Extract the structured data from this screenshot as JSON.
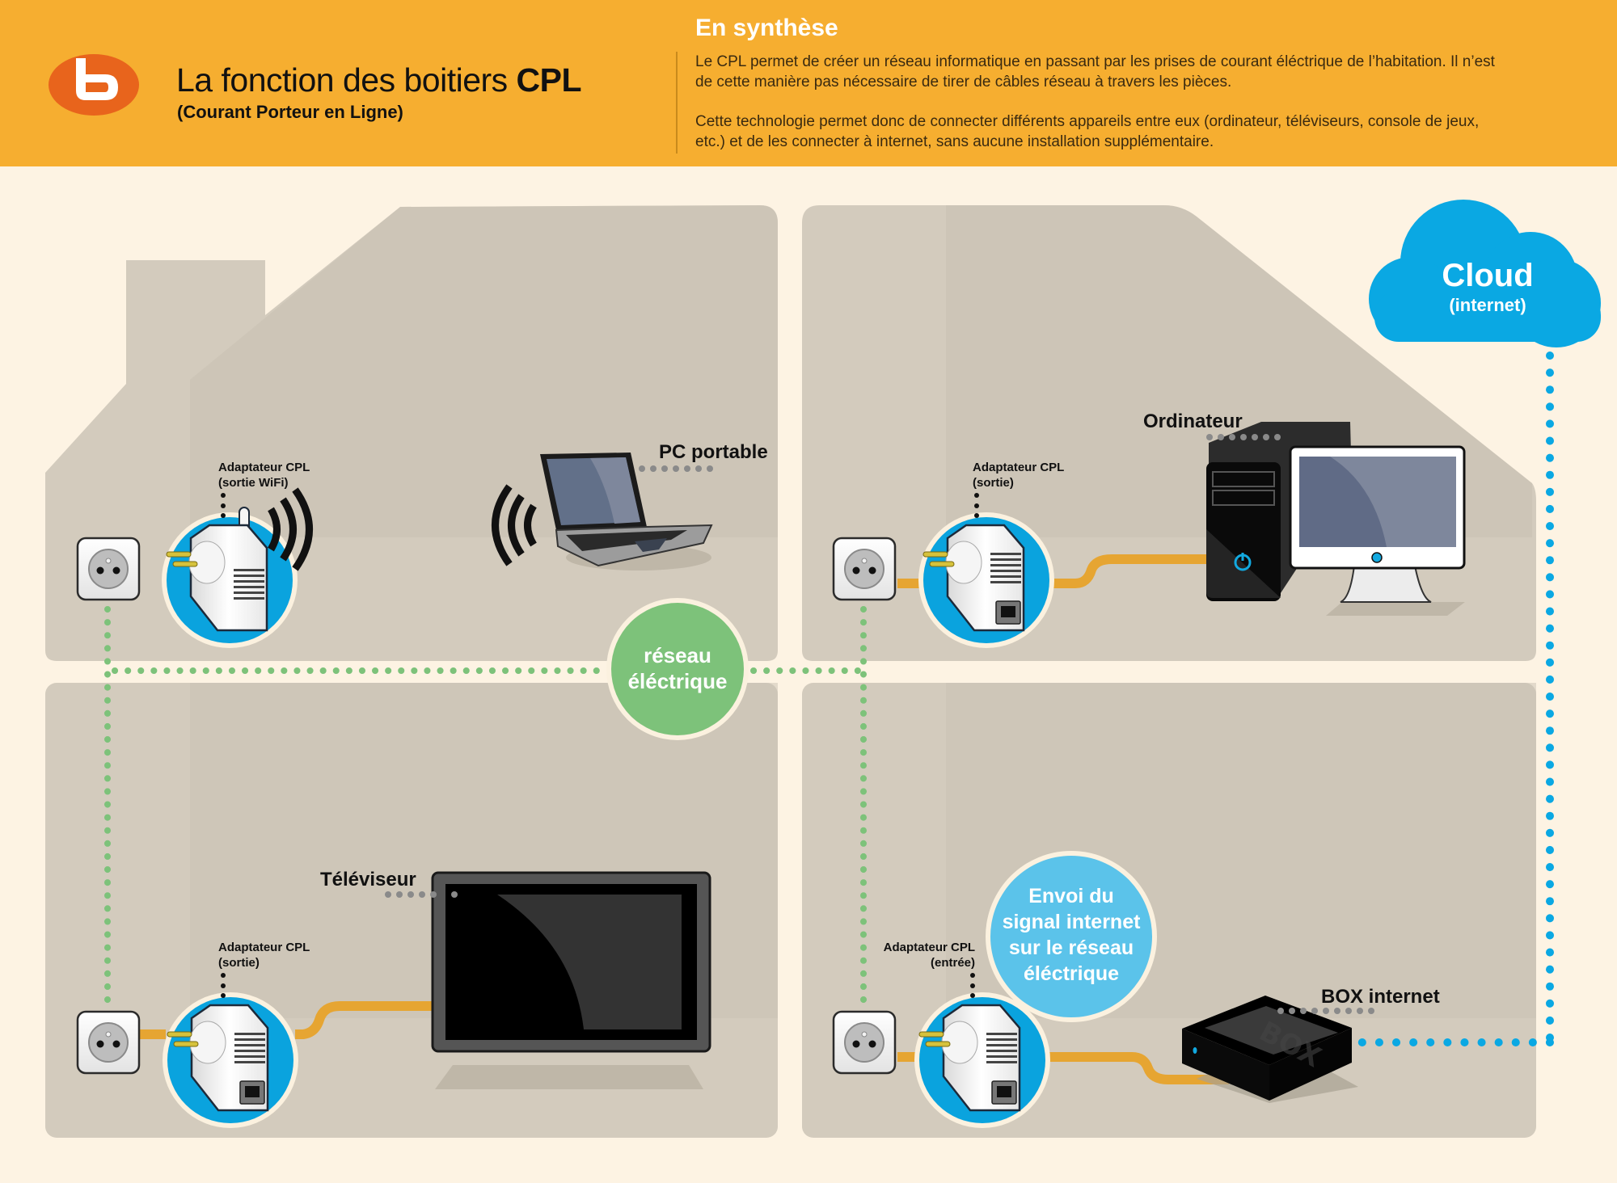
{
  "header": {
    "title_regular": "La fonction des boitiers ",
    "title_bold": "CPL",
    "subtitle": "(Courant Porteur en Ligne)",
    "brand_logo": "b-logo",
    "summary_title": "En synthèse",
    "summary_paragraphs": [
      "Le CPL permet de créer un réseau informatique en passant par les prises de courant éléctrique de l’habitation. Il n’est de cette manière pas nécessaire de tirer de câbles réseau à travers les pièces.",
      "Cette technologie permet donc de connecter différents appareils entre eux (ordinateur, téléviseurs, console de jeux, etc.) et de les connecter à internet, sans aucune installation supplémentaire."
    ]
  },
  "colors": {
    "header_bg": "#f6ae30",
    "page_bg": "#fdf3e3",
    "room_bg": "#d3cbbd",
    "logo_orange": "#e8641c",
    "network_green": "#7dc27a",
    "internet_blue": "#0aa8e3",
    "bubble_blue": "#5bc3ea",
    "cable_orange": "#e6a532"
  },
  "rooms": [
    {
      "id": "top-left",
      "adapter_label_line1": "Adaptateur CPL",
      "adapter_label_line2": "(sortie WiFi)",
      "device_label": "PC portable",
      "device_icon": "laptop-icon",
      "adapter_icon": "cpl-wifi-adapter-icon"
    },
    {
      "id": "top-right",
      "adapter_label_line1": "Adaptateur CPL",
      "adapter_label_line2": "(sortie)",
      "device_label": "Ordinateur",
      "device_icon": "desktop-computer-icon",
      "adapter_icon": "cpl-ethernet-adapter-icon"
    },
    {
      "id": "bottom-left",
      "adapter_label_line1": "Adaptateur CPL",
      "adapter_label_line2": "(sortie)",
      "device_label": "Téléviseur",
      "device_icon": "tv-icon",
      "adapter_icon": "cpl-ethernet-adapter-icon"
    },
    {
      "id": "bottom-right",
      "adapter_label_line1": "Adaptateur CPL",
      "adapter_label_line2": "(entrée)",
      "device_label": "BOX internet",
      "device_icon": "internet-box-icon",
      "adapter_icon": "cpl-ethernet-adapter-icon",
      "box_print": "BOX"
    }
  ],
  "network_bubble": {
    "line1": "réseau",
    "line2": "éléctrique"
  },
  "signal_bubble": {
    "lines": [
      "Envoi du",
      "signal internet",
      "sur le réseau",
      "éléctrique"
    ]
  },
  "cloud": {
    "title": "Cloud",
    "subtitle": "(internet)"
  }
}
